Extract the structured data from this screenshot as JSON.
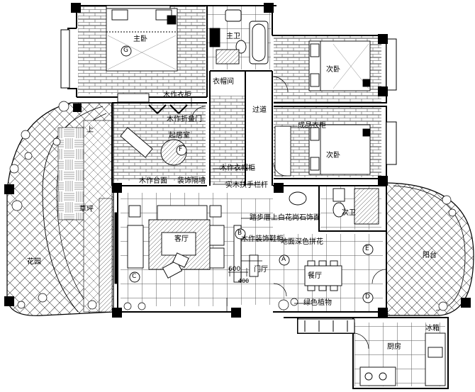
{
  "rooms": {
    "master_bedroom": "主卧",
    "master_bath": "主卫",
    "cloakroom": "衣帽间",
    "second_bedroom_top": "次卧",
    "corridor": "过道",
    "wardrobe_finished": "成品衣柜",
    "second_bedroom_mid": "次卧",
    "study": "起居室",
    "garden": "花园",
    "lawn": "草坪",
    "living_room": "客厅",
    "second_bath": "次卫",
    "balcony": "阳台",
    "dining_room": "餐厅",
    "kitchen": "厨房",
    "fridge": "冰箱"
  },
  "annotations": {
    "wood_wardrobe": "木作衣柜",
    "wood_folding_door": "木作折叠门",
    "wood_desk": "木作台面",
    "decor_partition": "装饰隔墙",
    "wood_cloak_cabinet": "木作衣帽柜",
    "solid_wood_handrail": "实木扶手栏杆",
    "step_stone": "踏步厝上白花岗石饰面",
    "wood_shoe_cabinet": "木作装饰鞋柜",
    "floor_pattern": "地面深色拼花",
    "foyer": "门厅",
    "green_plants": "绿色植物",
    "dim_600": "600",
    "dim_400": "400",
    "up_mark": "上"
  },
  "markers": {
    "G": "G",
    "F": "F",
    "B": "B",
    "C": "C",
    "A": "A",
    "E": "E",
    "D": "D"
  }
}
